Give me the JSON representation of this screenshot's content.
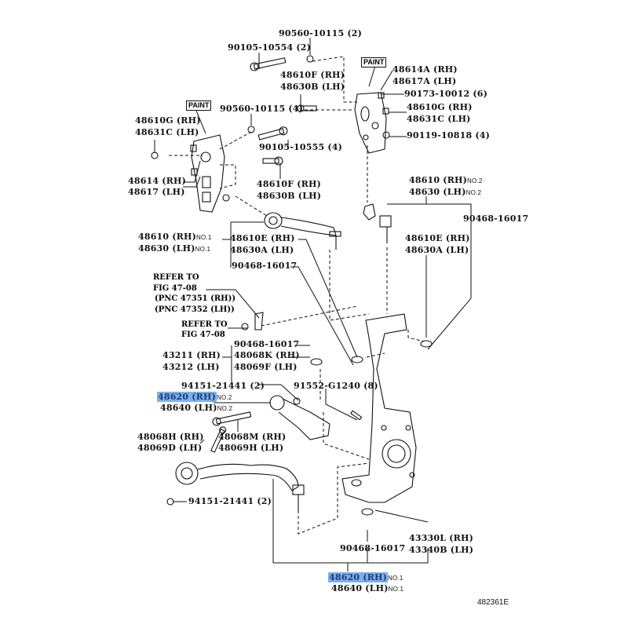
{
  "diagram": {
    "figure_id": "482361E",
    "highlight_color": "#7fb0ec",
    "paint_label": "PAINT",
    "labels": {
      "l01": "90560-10115 (2)",
      "l02": "90105-10554 (2)",
      "l03a": "48610F (RH)",
      "l03b": "48630B (LH)",
      "l04a": "48614A (RH)",
      "l04b": "48617A (LH)",
      "l05": "90173-10012 (6)",
      "l06a": "48610G (RH)",
      "l06b": "48631C (LH)",
      "l07": "90119-10818 (4)",
      "l08": "90560-10115 (4)",
      "l09a": "48610G (RH)",
      "l09b": "48631C (LH)",
      "l10": "90105-10555 (4)",
      "l11a": "48614 (RH)",
      "l11b": "48617 (LH)",
      "l12a": "48610F (RH)",
      "l12b": "48630B (LH)",
      "l13a": "48610 (RH)",
      "l13b": "48630 (LH)",
      "l13s": "NO.2",
      "l14": "90468-16017",
      "l15a": "48610 (RH)",
      "l15b": "48630 (LH)",
      "l15s": "NO.1",
      "l16a": "48610E (RH)",
      "l16b": "48630A (LH)",
      "l17a": "48610E (RH)",
      "l17b": "48630A (LH)",
      "l18": "90468-16017",
      "ref1a": "REFER TO",
      "ref1b": "FIG 47-08",
      "ref1c": "(PNC 47351 (RH))",
      "ref1d": "(PNC 47352 (LH))",
      "ref2a": "REFER TO",
      "ref2b": "FIG 47-08",
      "l19": "90468-16017",
      "l20a": "43211 (RH)",
      "l20b": "43212 (LH)",
      "l21a": "48068K (RH)",
      "l21b": "48069F (LH)",
      "l22": "94151-21441 (2)",
      "l23": "91552-G1240 (8)",
      "l24a": "48620 (RH)",
      "l24b": "48640 (LH)",
      "l24s": "NO.2",
      "l25a": "48068H (RH)",
      "l25b": "48069D (LH)",
      "l26a": "48068M (RH)",
      "l26b": "48069H (LH)",
      "l27": "94151-21441 (2)",
      "l28": "90468-16017",
      "l29a": "43330L (RH)",
      "l29b": "43340B (LH)",
      "l30a": "48620 (RH)",
      "l30b": "48640 (LH)",
      "l30s": "NO.1"
    }
  }
}
